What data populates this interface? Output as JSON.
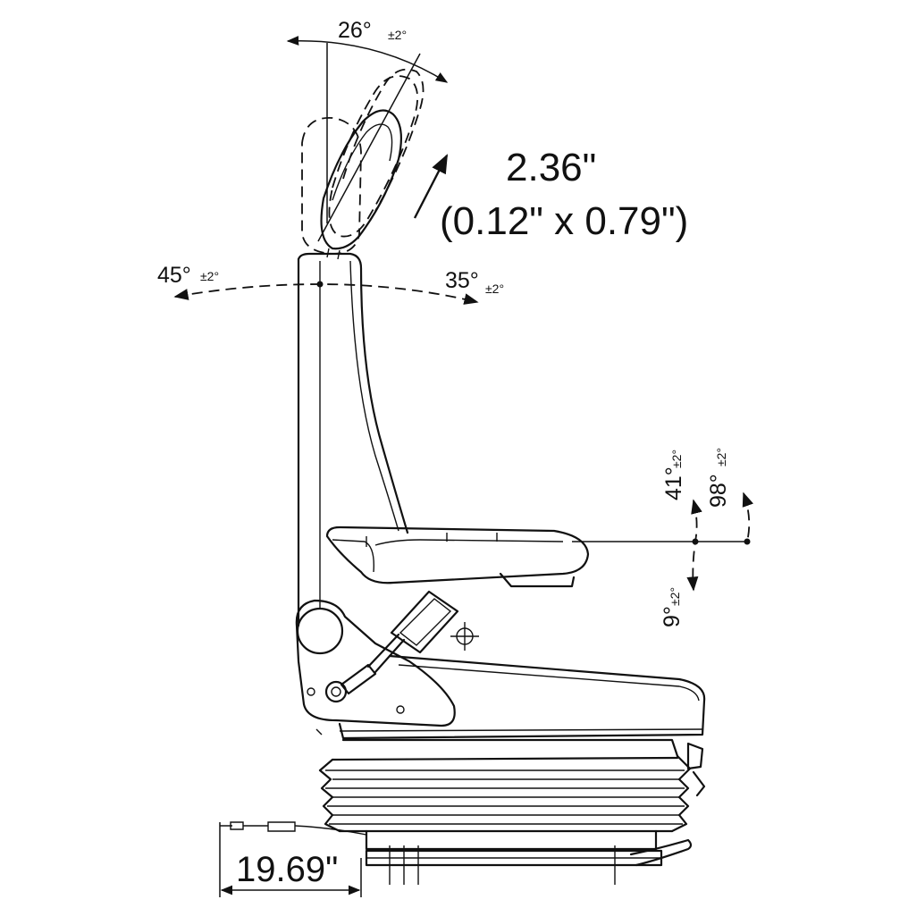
{
  "headrest_tilt": {
    "angle": "26°",
    "tolerance": "±2°"
  },
  "headrest_height": {
    "travel": "2.36\"",
    "steps": "(0.12\" x 0.79\")"
  },
  "backrest_back": {
    "angle": "45°",
    "tolerance": "±2°"
  },
  "backrest_forward": {
    "angle": "35°",
    "tolerance": "±2°"
  },
  "armrest_up": {
    "angle": "41°",
    "tolerance": "±2°"
  },
  "armrest_fold": {
    "angle": "98°",
    "tolerance": "±2°"
  },
  "armrest_down": {
    "angle": "9°",
    "tolerance": "±2°"
  },
  "base_width": {
    "value": "19.69\""
  }
}
